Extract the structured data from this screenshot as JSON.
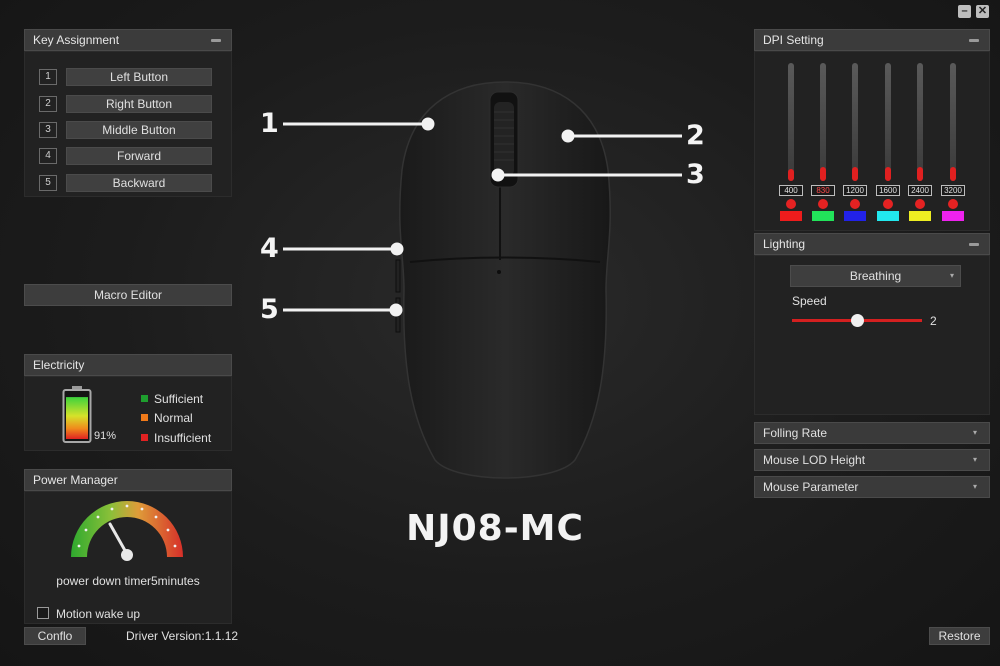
{
  "window": {
    "minimize": "▬",
    "close": "✕"
  },
  "key_assignment": {
    "title": "Key Assignment",
    "keys": [
      {
        "num": "1",
        "label": "Left Button"
      },
      {
        "num": "2",
        "label": "Right Button"
      },
      {
        "num": "3",
        "label": "Middle Button"
      },
      {
        "num": "4",
        "label": "Forward"
      },
      {
        "num": "5",
        "label": "Backward"
      }
    ]
  },
  "macro_editor": {
    "label": "Macro Editor"
  },
  "electricity": {
    "title": "Electricity",
    "percent_label": "91%",
    "level": 0.91,
    "legend": [
      {
        "label": "Sufficient",
        "color": "#1e9e2e"
      },
      {
        "label": "Normal",
        "color": "#f07a1a"
      },
      {
        "label": "Insufficient",
        "color": "#e02222"
      }
    ]
  },
  "power_manager": {
    "title": "Power Manager",
    "timer_label": "power down timer5minutes",
    "motion_wake_label": "Motion wake up"
  },
  "footer": {
    "config_label": "Conflo",
    "driver_version": "Driver Version:1.1.12",
    "restore_label": "Restore"
  },
  "mouse": {
    "model": "NJ08-MC",
    "callouts": [
      "1",
      "2",
      "3",
      "4",
      "5"
    ]
  },
  "dpi": {
    "title": "DPI Setting",
    "levels": [
      {
        "value": "400",
        "fill": 0.1,
        "color": "#ee1c1c",
        "active": false
      },
      {
        "value": "830",
        "fill": 0.12,
        "color": "#22e35a",
        "active": true
      },
      {
        "value": "1200",
        "fill": 0.12,
        "color": "#2222e8",
        "active": false
      },
      {
        "value": "1600",
        "fill": 0.12,
        "color": "#22e8ee",
        "active": false
      },
      {
        "value": "2400",
        "fill": 0.12,
        "color": "#eeee22",
        "active": false
      },
      {
        "value": "3200",
        "fill": 0.12,
        "color": "#ee22ee",
        "active": false
      }
    ]
  },
  "lighting": {
    "title": "Lighting",
    "mode": "Breathing",
    "speed_label": "Speed",
    "speed_value": "2",
    "speed_fraction": 0.5
  },
  "settings_dropdowns": [
    {
      "label": "Folling Rate"
    },
    {
      "label": "Mouse LOD Height"
    },
    {
      "label": "Mouse Parameter"
    }
  ]
}
